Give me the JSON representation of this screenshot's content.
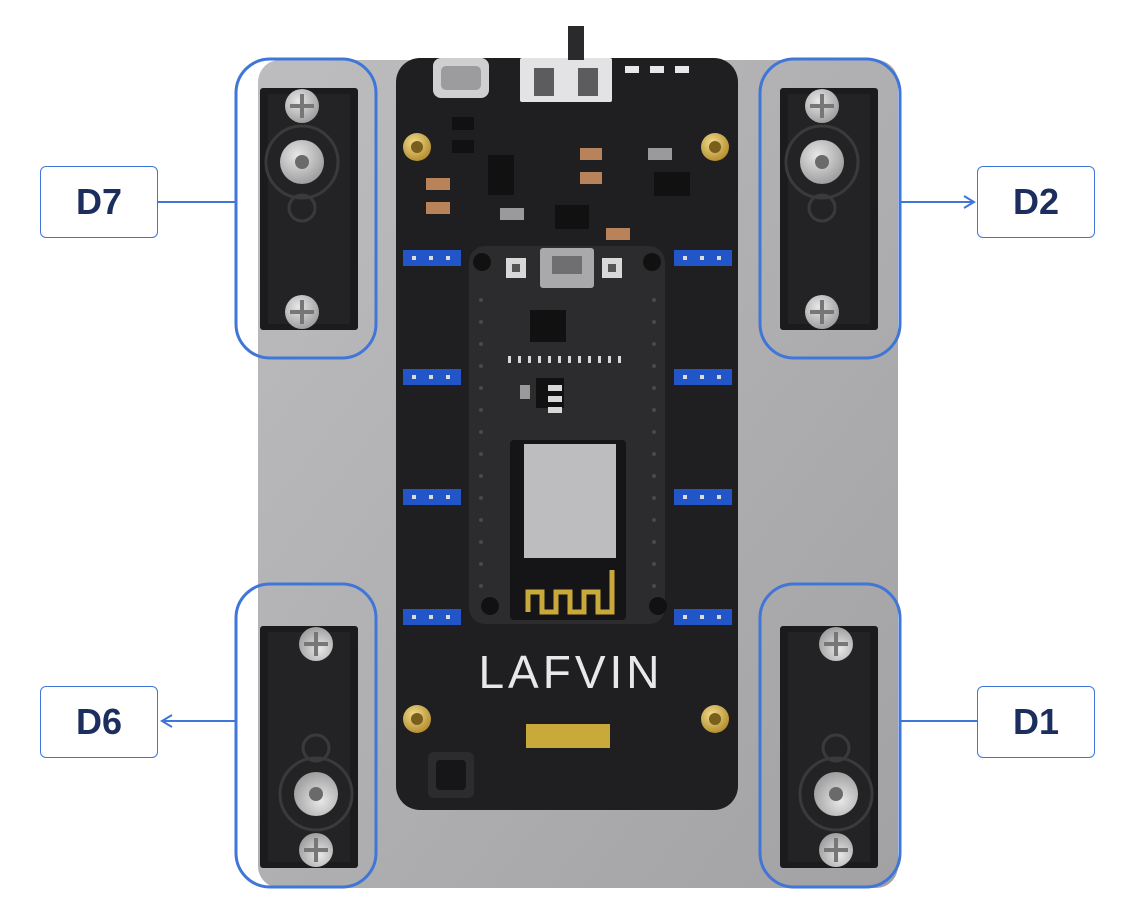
{
  "brand": "LAFVIN",
  "labels": {
    "top_left": "D7",
    "top_right": "D2",
    "bottom_left": "D6",
    "bottom_right": "D1"
  },
  "colors": {
    "highlight": "#3f76d8",
    "label_text": "#1c2e5e",
    "board": "#1f1f21",
    "base_plate": "#aeaeb0",
    "header_pins": "#2255c8",
    "pcb_antenna": "#c9a93a"
  }
}
